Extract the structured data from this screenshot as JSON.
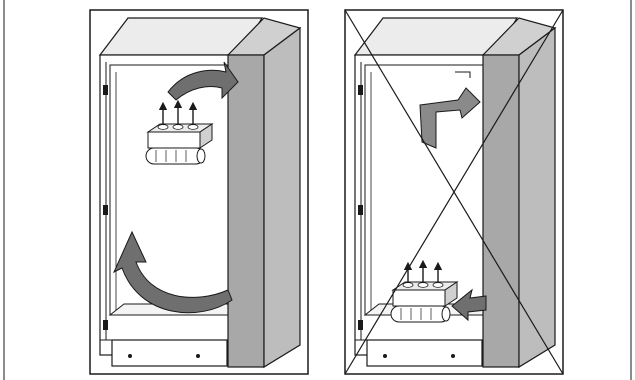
{
  "figure": {
    "colors": {
      "background": "#ffffff",
      "outline": "#1a1a1a",
      "panel_gray": "#a8a8a8",
      "panel_side": "#bdbdbd",
      "top_face": "#ececec",
      "arrow_fill": "#6f6f6f",
      "arrow_light": "#bcbcbc"
    },
    "icons": {
      "left_panel": "cabinet-correct-airflow",
      "right_panel": "cabinet-incorrect-airflow-crossed-out",
      "device": "ventilated-device-with-fan",
      "rising_arrows": "heat-rising-arrows",
      "flow_arrow": "curved-airflow-arrow"
    }
  }
}
